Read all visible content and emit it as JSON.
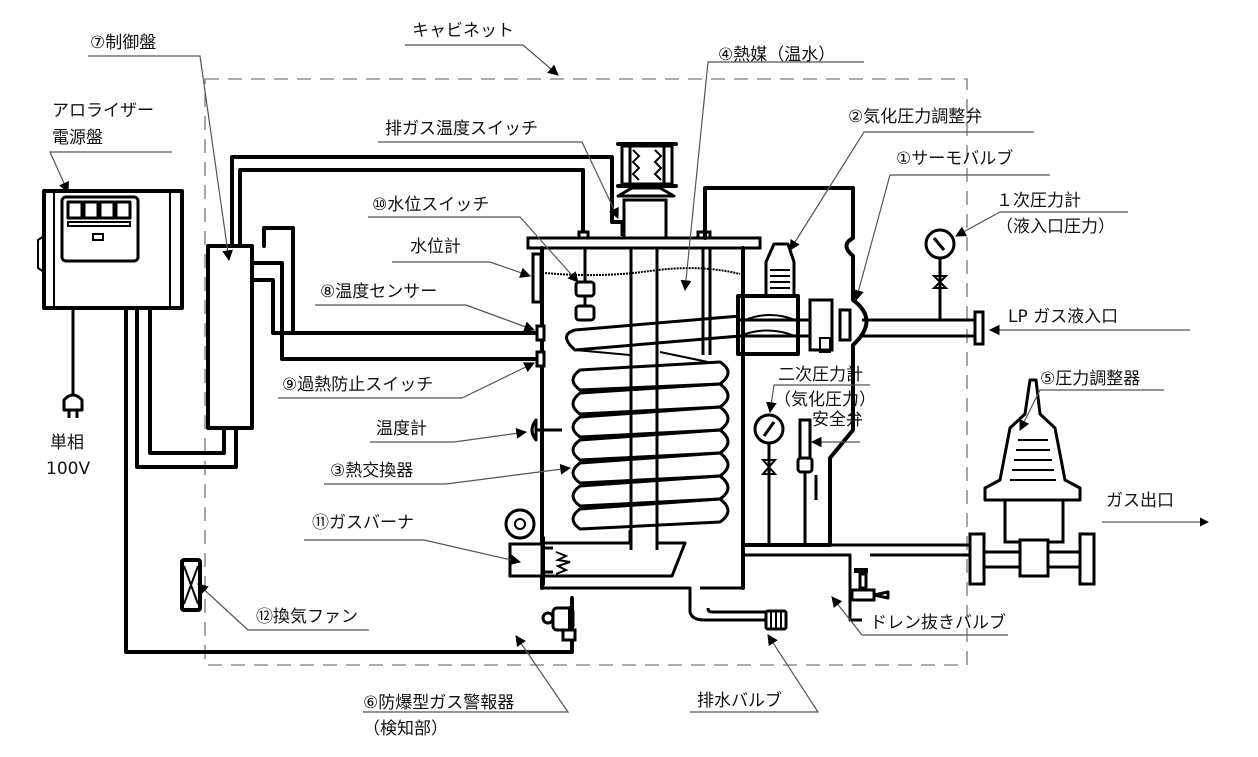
{
  "diagram": {
    "type": "LP gas vaporizer (aporizer) system schematic",
    "enclosure_dash_color": "#777777",
    "line_color": "#000000"
  },
  "labels": {
    "cabinet": "キャビネット",
    "control_panel": "⑦制御盤",
    "power_panel_line1": "アロライザー",
    "power_panel_line2": "電源盤",
    "single_phase": "単相",
    "voltage": "100V",
    "exhaust_temp_switch": "排ガス温度スイッチ",
    "heat_medium": "④熱媒（温水）",
    "vapor_pressure_valve": "②気化圧力調整弁",
    "thermo_valve": "①サーモバルブ",
    "primary_gauge_line1": "１次圧力計",
    "primary_gauge_line2": "（液入口圧力）",
    "lp_inlet": "LP ガス液入口",
    "water_level_switch": "⑩水位スイッチ",
    "water_level_gauge": "水位計",
    "temp_sensor": "⑧温度センサー",
    "overheat_switch": "⑨過熱防止スイッチ",
    "thermometer": "温度計",
    "heat_exchanger": "③熱交換器",
    "secondary_gauge_line1": "二次圧力計",
    "secondary_gauge_line2": "（気化圧力）",
    "safety_valve": "安全弁",
    "pressure_regulator": "⑤圧力調整器",
    "gas_outlet": "ガス出口",
    "gas_burner": "⑪ガスバーナ",
    "vent_fan": "⑫換気ファン",
    "gas_detector_line1": "⑥防爆型ガス警報器",
    "gas_detector_line2": "（検知部）",
    "drain_valve": "ドレン抜きバルブ",
    "discharge_valve": "排水バルブ"
  }
}
